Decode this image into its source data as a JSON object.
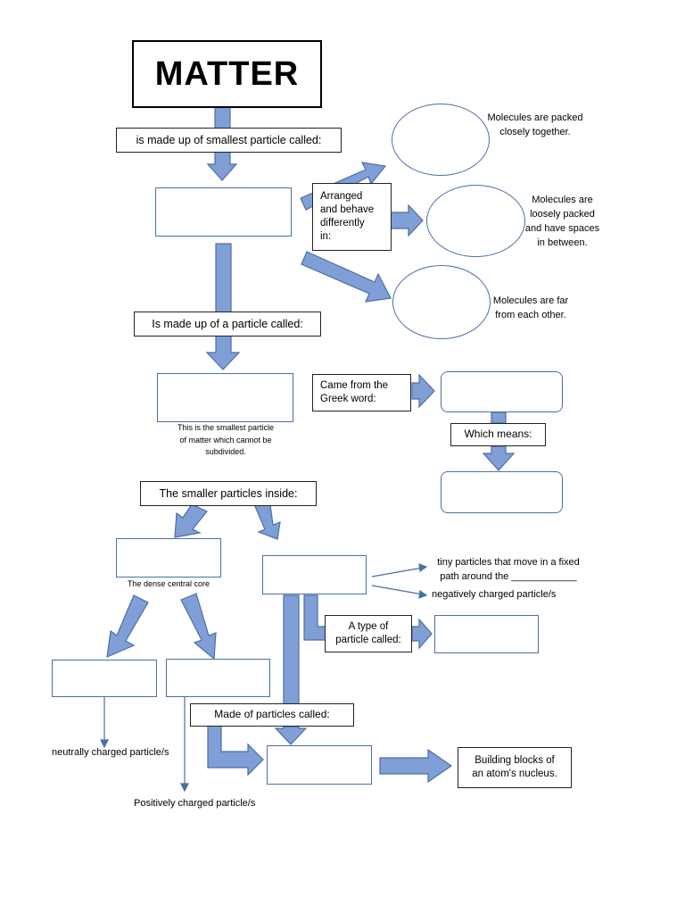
{
  "title": "MATTER",
  "labels": {
    "smallest_particle": "is made up of smallest particle called:",
    "arranged": "Arranged\nand behave\ndifferently\nin:",
    "particle_called": "Is made up of a particle called:",
    "came_from": "Came from the\nGreek word:",
    "which_means": "Which means:",
    "smaller_inside": "The smaller particles inside:",
    "type_of": "A type of\nparticle called:",
    "made_of": "Made of particles called:",
    "building_blocks": "Building blocks of\nan atom's nucleus."
  },
  "notes": {
    "solid": "Molecules are packed\nclosely together.",
    "liquid": "Molecules are\nloosely packed\nand have spaces\nin between.",
    "gas": "Molecules are far\nfrom each other.",
    "atom_def": "This is the smallest particle\nof matter which cannot be\nsubdivided.",
    "nucleus_def": "The dense central core",
    "electron_path": "tiny particles that move in a fixed\npath around the ____________",
    "electron_charge": "negatively charged particle/s",
    "neutral": "neutrally charged particle/s",
    "positive": "Positively  charged particle/s"
  },
  "colors": {
    "arrow_fill": "#7f9fd6",
    "arrow_stroke": "#4a6fa5",
    "blank_border": "#4a6fa5"
  }
}
